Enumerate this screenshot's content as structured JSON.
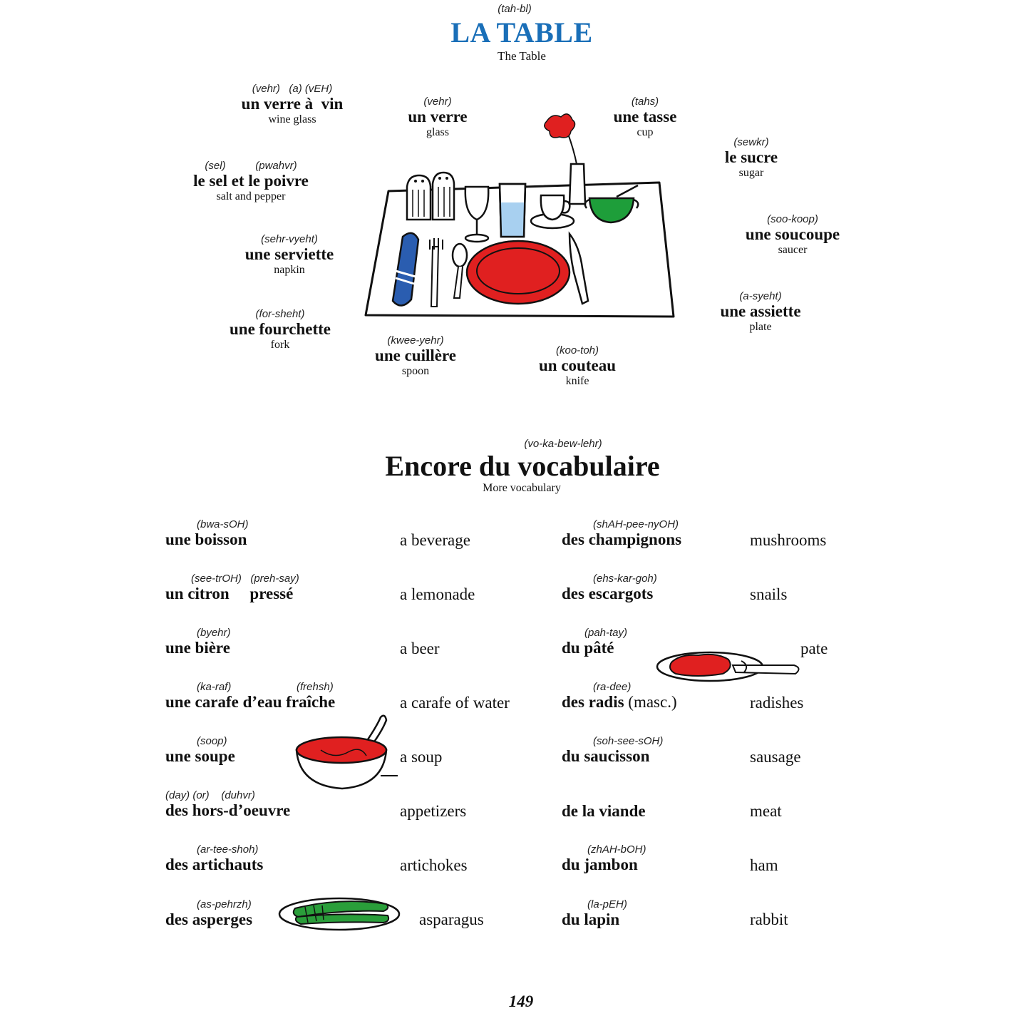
{
  "header": {
    "pronunciation": "(tah-bl)",
    "title": "LA TABLE",
    "subtitle": "The Table"
  },
  "table_items": [
    {
      "pron": "(vehr)   (a) (vEH)",
      "word": "un verre à  vin",
      "gloss": "wine glass"
    },
    {
      "pron": "(vehr)",
      "word": "un verre",
      "gloss": "glass"
    },
    {
      "pron": "(tahs)",
      "word": "une tasse",
      "gloss": "cup"
    },
    {
      "pron": "(sewkr)",
      "word": "le sucre",
      "gloss": "sugar"
    },
    {
      "pron": "(sel)          (pwahvr)",
      "word": "le sel et le poivre",
      "gloss": "salt and pepper"
    },
    {
      "pron": "(soo-koop)",
      "word": "une soucoupe",
      "gloss": "saucer"
    },
    {
      "pron": "(sehr-vyeht)",
      "word": "une serviette",
      "gloss": "napkin"
    },
    {
      "pron": "(a-syeht)",
      "word": "une assiette",
      "gloss": "plate"
    },
    {
      "pron": "(for-sheht)",
      "word": "une fourchette",
      "gloss": "fork"
    },
    {
      "pron": "(kwee-yehr)",
      "word": "une cuillère",
      "gloss": "spoon"
    },
    {
      "pron": "(koo-toh)",
      "word": "un couteau",
      "gloss": "knife"
    }
  ],
  "section": {
    "pronunciation": "(vo-ka-bew-lehr)",
    "title": "Encore du vocabulaire",
    "subtitle": "More vocabulary"
  },
  "vocab_left": [
    {
      "pron": "(bwa-sOH)",
      "word": "une boisson",
      "translation": "a beverage"
    },
    {
      "pron": "(see-trOH)   (preh-say)",
      "word": "un citron     pressé",
      "translation": "a lemonade"
    },
    {
      "pron": "(byehr)",
      "word": "une bière",
      "translation": "a beer"
    },
    {
      "pron": "(ka-raf)                      (frehsh)",
      "word": "une carafe d’eau fraîche",
      "translation": "a carafe of water"
    },
    {
      "pron": "(soop)",
      "word": "une soupe",
      "translation": "a soup"
    },
    {
      "pron": "(day) (or)    (duhvr)",
      "word": "des hors-d’oeuvre",
      "translation": "appetizers"
    },
    {
      "pron": "(ar-tee-shoh)",
      "word": "des artichauts",
      "translation": "artichokes"
    },
    {
      "pron": "(as-pehrzh)",
      "word": "des asperges",
      "translation": "asparagus"
    }
  ],
  "vocab_right": [
    {
      "pron": "(shAH-pee-nyOH)",
      "word": "des champignons",
      "extra": "",
      "translation": "mushrooms"
    },
    {
      "pron": "(ehs-kar-goh)",
      "word": "des escargots",
      "extra": "",
      "translation": "snails"
    },
    {
      "pron": "(pah-tay)",
      "word": "du pâté",
      "extra": "",
      "translation": "pate"
    },
    {
      "pron": "(ra-dee)",
      "word": "des radis",
      "extra": " (masc.)",
      "translation": "radishes"
    },
    {
      "pron": "(soh-see-sOH)",
      "word": "du saucisson",
      "extra": "",
      "translation": "sausage"
    },
    {
      "pron": "",
      "word": "de la viande",
      "extra": "",
      "translation": "meat"
    },
    {
      "pron": "(zhAH-bOH)",
      "word": "du jambon",
      "extra": "",
      "translation": "ham"
    },
    {
      "pron": "(la-pEH)",
      "word": "du lapin",
      "extra": "",
      "translation": "rabbit"
    }
  ],
  "illustrations": {
    "colors": {
      "plate_red": "#e02020",
      "napkin_blue": "#2a5db0",
      "sugar_bowl_green": "#1e9e3a",
      "asparagus_green": "#2a9e3a",
      "title_blue": "#1a6fb8"
    }
  },
  "footer": {
    "page_number": "149"
  }
}
